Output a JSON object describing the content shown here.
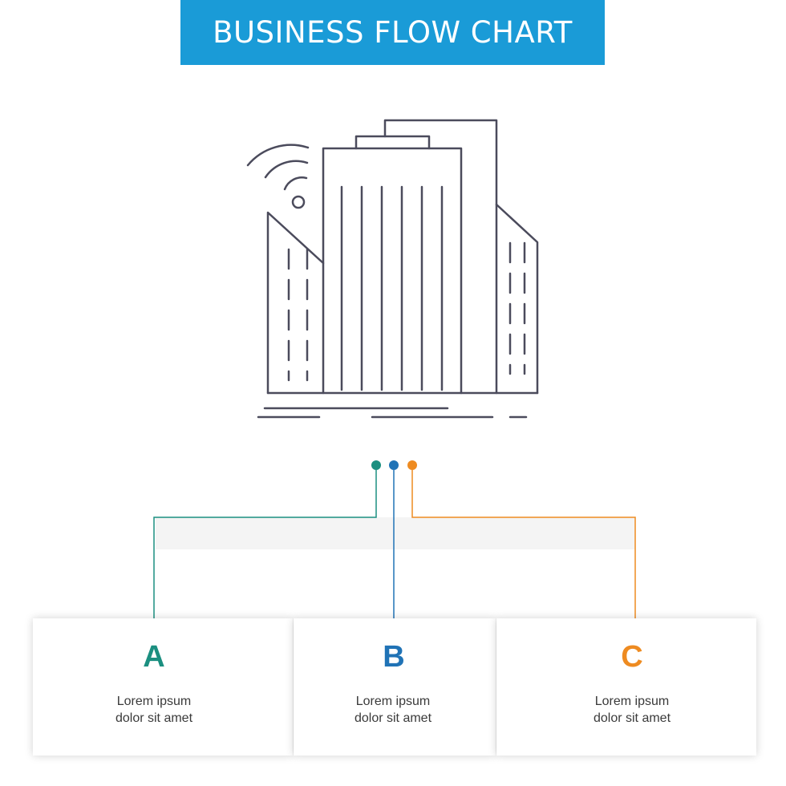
{
  "header": {
    "title": "BUSINESS FLOW CHART",
    "color": "#1a9bd7"
  },
  "illustration": {
    "icon_name": "smart-city-buildings-wifi-icon",
    "stroke_color": "#4b4b5c"
  },
  "steps": [
    {
      "letter": "A",
      "line1": "Lorem ipsum",
      "line2": "dolor sit amet",
      "color": "#1b8f80"
    },
    {
      "letter": "B",
      "line1": "Lorem ipsum",
      "line2": "dolor sit amet",
      "color": "#2073b6"
    },
    {
      "letter": "C",
      "line1": "Lorem ipsum",
      "line2": "dolor sit amet",
      "color": "#ee8b21"
    }
  ]
}
